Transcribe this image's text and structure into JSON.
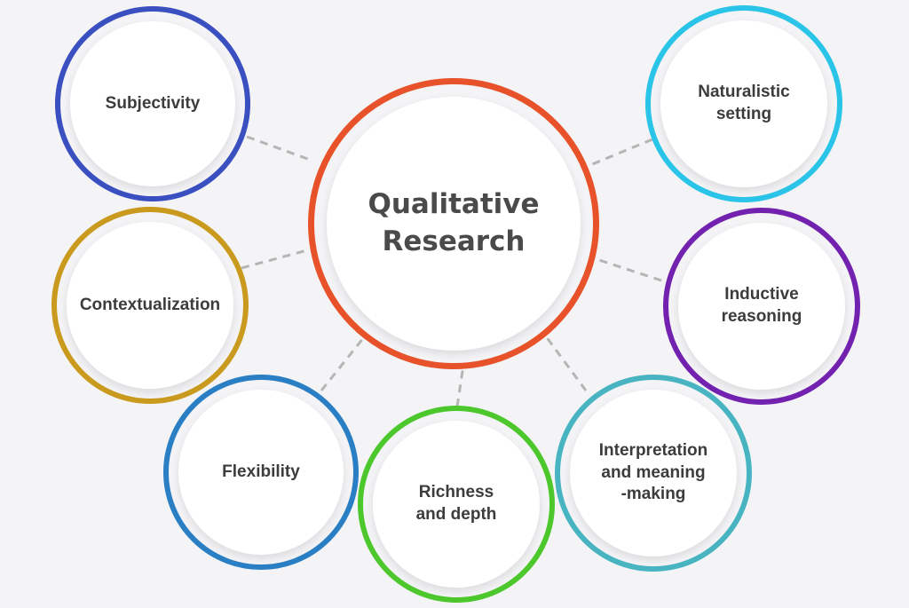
{
  "center": {
    "label": "Qualitative\nResearch",
    "color": "#e8522a"
  },
  "nodes": [
    {
      "key": "subjectivity",
      "label": "Subjectivity",
      "color": "#3a4fc0"
    },
    {
      "key": "contextualization",
      "label": "Contextualization",
      "color": "#c99a1e"
    },
    {
      "key": "flexibility",
      "label": "Flexibility",
      "color": "#2a7fc4"
    },
    {
      "key": "richness",
      "label": "Richness\nand depth",
      "color": "#4cc72c"
    },
    {
      "key": "interpretation",
      "label": "Interpretation\nand meaning\n-making",
      "color": "#48b4c2"
    },
    {
      "key": "inductive",
      "label": "Inductive\nreasoning",
      "color": "#7322b0"
    },
    {
      "key": "naturalistic",
      "label": "Naturalistic\nsetting",
      "color": "#29c4e8"
    }
  ]
}
